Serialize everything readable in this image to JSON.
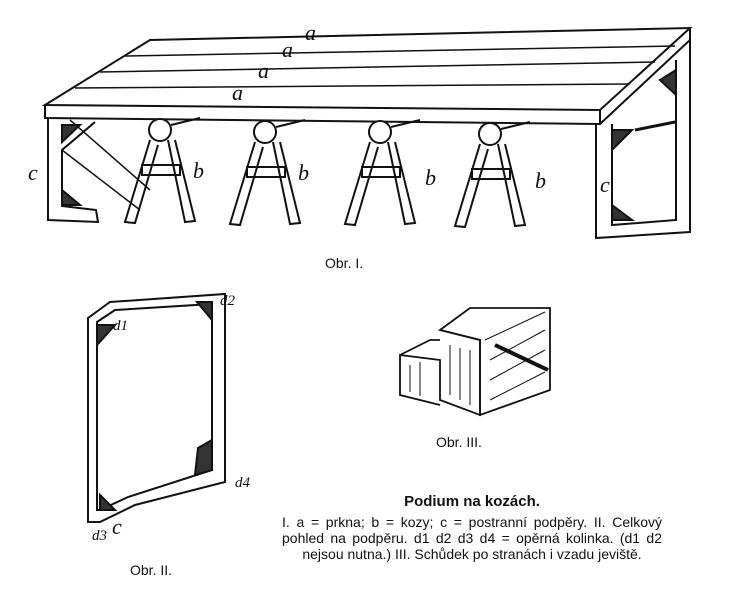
{
  "figure1": {
    "caption": "Obr.   I.",
    "labels_a": [
      "a",
      "a",
      "a",
      "a"
    ],
    "labels_b": [
      "b",
      "b",
      "b",
      "b"
    ],
    "labels_c": [
      "c",
      "c"
    ]
  },
  "figure2": {
    "caption": "Obr.   II.",
    "labels": {
      "d1": "d1",
      "d2": "d2",
      "d3": "d3",
      "d4": "d4",
      "c": "c"
    }
  },
  "figure3": {
    "caption": "Obr.   III."
  },
  "caption": {
    "title": "Podium na kozách.",
    "body": "I. a = prkna; b = kozy; c = postranní podpěry. II. Celkový pohled na podpěru. d1 d2 d3 d4 = opěrná kolinka. (d1 d2 nejsou nutna.) III. Schůdek po stranách i vzadu jeviště."
  }
}
